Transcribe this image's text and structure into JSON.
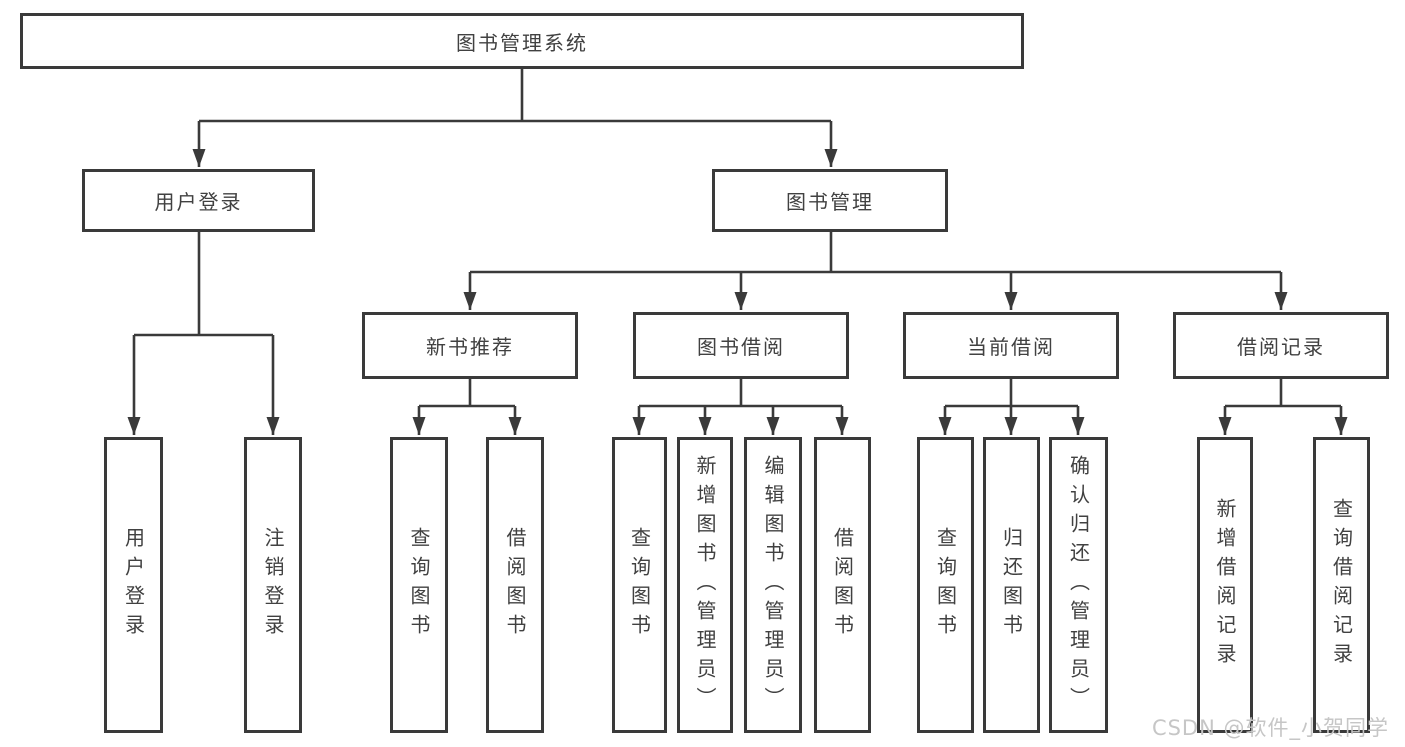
{
  "diagram": {
    "type": "hierarchy-tree",
    "tree": {
      "label": "图书管理系统",
      "children": [
        {
          "label": "用户登录",
          "children": [
            {
              "label": "用户登录"
            },
            {
              "label": "注销登录"
            }
          ]
        },
        {
          "label": "图书管理",
          "children": [
            {
              "label": "新书推荐",
              "children": [
                {
                  "label": "查询图书"
                },
                {
                  "label": "借阅图书"
                }
              ]
            },
            {
              "label": "图书借阅",
              "children": [
                {
                  "label": "查询图书"
                },
                {
                  "label": "新增图书（管理员）"
                },
                {
                  "label": "编辑图书（管理员）"
                },
                {
                  "label": "借阅图书"
                }
              ]
            },
            {
              "label": "当前借阅",
              "children": [
                {
                  "label": "查询图书"
                },
                {
                  "label": "归还图书"
                },
                {
                  "label": "确认归还（管理员）"
                }
              ]
            },
            {
              "label": "借阅记录",
              "children": [
                {
                  "label": "新增借阅记录"
                },
                {
                  "label": "查询借阅记录"
                }
              ]
            }
          ]
        }
      ]
    },
    "watermark": "CSDN @软件_小贺同学",
    "colors": {
      "line": "#3a3a3a",
      "text": "#414141",
      "box_background": "#ffffff",
      "watermark": "#c6c6c6",
      "page_background": "#ffffff"
    }
  }
}
